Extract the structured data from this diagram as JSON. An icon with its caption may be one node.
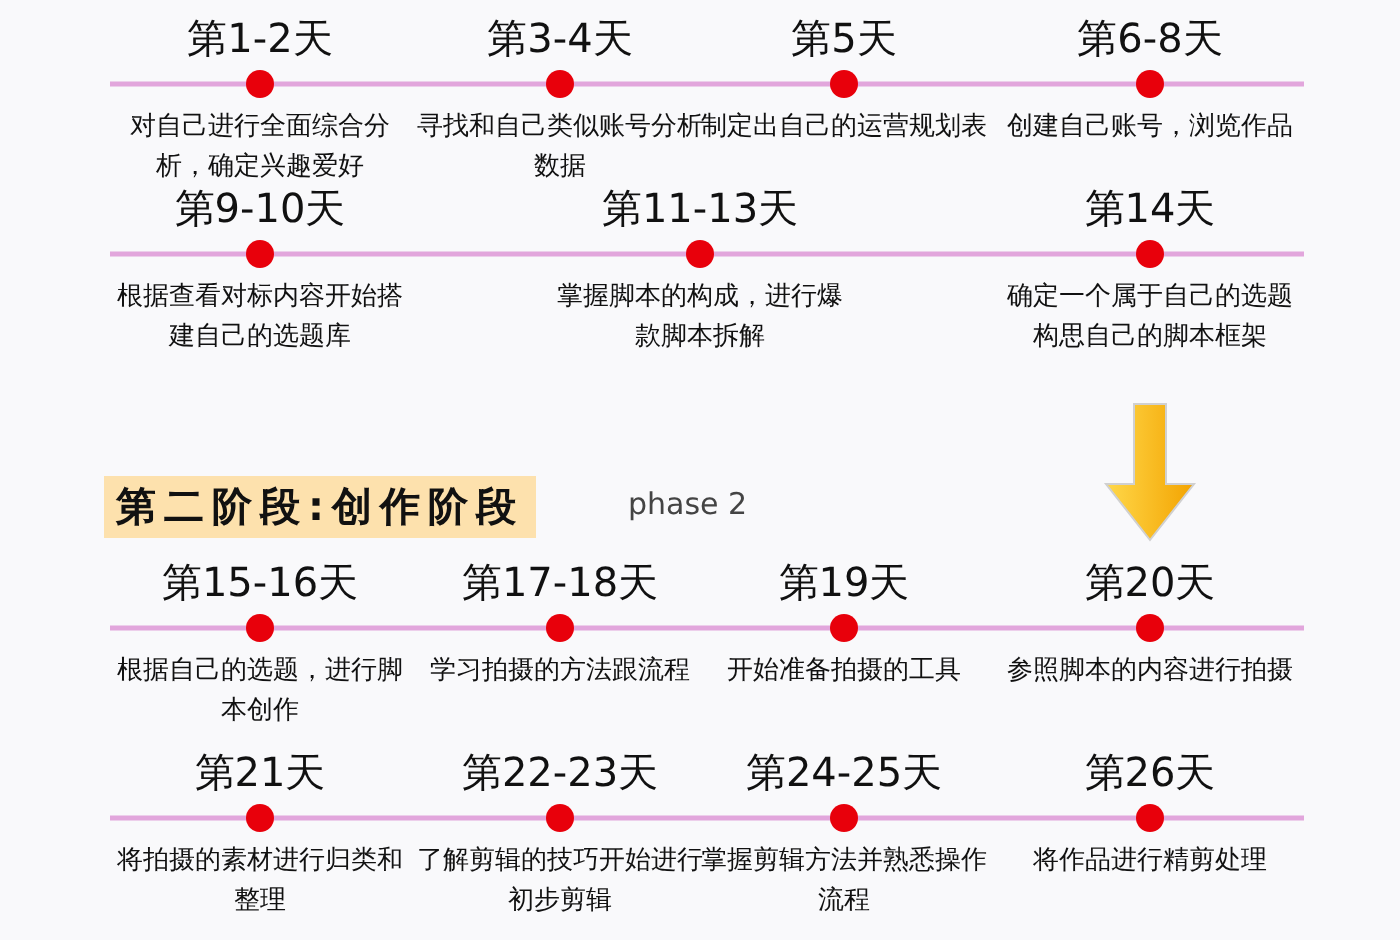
{
  "diagram": {
    "labels": [
      "第1-2天",
      "第3-4天",
      "第5天",
      "第6-8天",
      "对自己进行全面综合分析，确定兴趣爱好",
      "寻找和自己类似账号分析数据",
      "制定出自己的运营规划表",
      "创建自己账号，浏览作品",
      "第9-10天",
      "第11-13天",
      "第14天",
      "根据查看对标内容开始搭建自己的选题库",
      "掌握脚本的构成，进行爆款脚本拆解",
      "确定一个属于自己的选题构思自己的脚本框架",
      "第二阶段:创作阶段",
      "phase 2",
      "第15-16天",
      "第17-18天",
      "第19天",
      "第20天",
      "根据自己的选题，进行脚本创作",
      "学习拍摄的方法跟流程",
      "开始准备拍摄的工具",
      "参照脚本的内容进行拍摄",
      "第21天",
      "第22-23天",
      "第24-25天",
      "第26天",
      "将拍摄的素材进行归类和整理",
      "了解剪辑的技巧开始进行初步剪辑",
      "掌握剪辑方法并熟悉操作流程",
      "将作品进行精剪处理"
    ]
  }
}
